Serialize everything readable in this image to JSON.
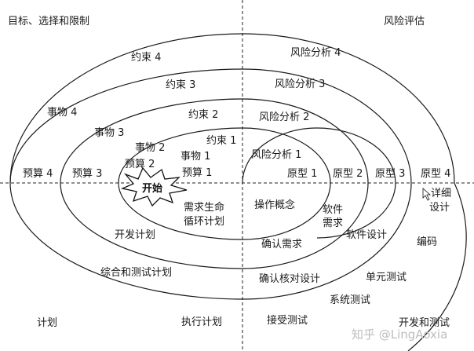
{
  "quadrants": {
    "top_left": "目标、选择和限制",
    "top_right": "风险评估",
    "bottom_left": "计划",
    "bottom_right": "开发和测试"
  },
  "constraints": [
    "约束 1",
    "约束 2",
    "约束 3",
    "约束 4"
  ],
  "risk_analysis": [
    "风险分析 1",
    "风险分析 2",
    "风险分析 3",
    "风险分析 4"
  ],
  "items": [
    "事物 1",
    "事物 2",
    "事物 3",
    "事物 4"
  ],
  "budgets": [
    "预算 1",
    "预算 2",
    "预算 3",
    "预算 4"
  ],
  "prototypes": [
    "原型 1",
    "原型 2",
    "原型 3",
    "原型 4"
  ],
  "start": "开始",
  "plans": {
    "req_lifecycle_1": "需求生命",
    "req_lifecycle_2": "循环计划",
    "dev_plan": "开发计划",
    "integration_plan": "综合和测试计划",
    "execution_plan": "执行计划"
  },
  "development": {
    "concept": "操作概念",
    "software_req_1": "软件",
    "software_req_2": "需求",
    "confirm_req": "确认需求",
    "software_design": "软件设计",
    "confirm_design": "确认核对设计",
    "detailed_design_1": "详细",
    "detailed_design_2": "设计",
    "coding": "编码",
    "unit_test": "单元测试",
    "system_test": "系统测试",
    "acceptance_test": "接受测试"
  },
  "watermark": "知乎 @LingAoxia"
}
